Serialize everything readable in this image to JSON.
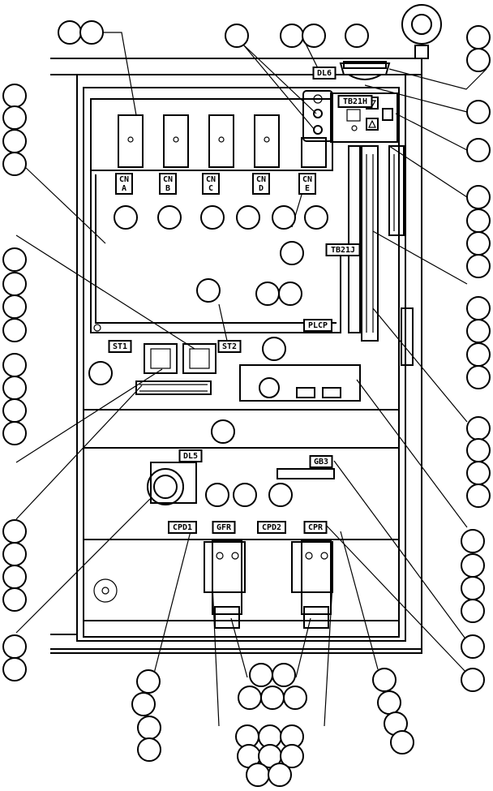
{
  "diagram": {
    "labels": {
      "cn_a": [
        "CN",
        "A"
      ],
      "cn_b": [
        "CN",
        "B"
      ],
      "cn_c": [
        "CN",
        "C"
      ],
      "cn_d": [
        "CN",
        "D"
      ],
      "cn_e": [
        "CN",
        "E"
      ],
      "tb21h": "TB21H",
      "tb21j": "TB21J",
      "dl6": "DL6",
      "dl5": "DL5",
      "st1": "ST1",
      "st2": "ST2",
      "plcp": "PLCP",
      "gb3": "GB3",
      "cpd1": "CPD1",
      "gfr": "GFR",
      "cpd2": "CPD2",
      "cpr": "CPR"
    }
  }
}
